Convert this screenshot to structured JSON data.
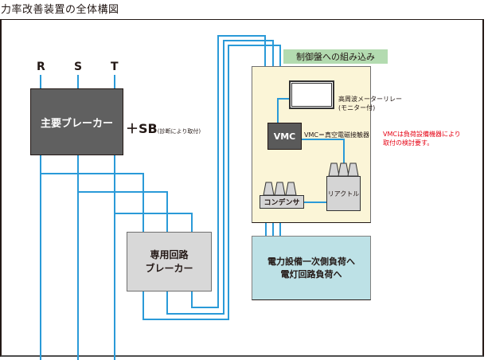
{
  "title": "力率改善装置の全体構図",
  "phases": [
    "R",
    "S",
    "T"
  ],
  "main_breaker": {
    "label": "主要ブレーカー"
  },
  "sb_note": {
    "main": "＋SB",
    "sub": "(診断により取付)"
  },
  "dedicated_breaker": {
    "line1": "専用回路",
    "line2": "ブレーカー"
  },
  "control_panel": {
    "label": "制御盤への組み込み",
    "meter_relay": {
      "line1": "高周波メーターリレー",
      "line2": "(モニター付)"
    },
    "vmc": {
      "label": "VMC",
      "description": "VMC＝真空電磁接触器"
    },
    "reactor": {
      "label": "リアクトル"
    },
    "condenser": {
      "label": "コンデンサ"
    }
  },
  "note": {
    "line1": "VMCは負荷設備機器により",
    "line2": "取付の検討要す。"
  },
  "load": {
    "line1": "電力設備一次側負荷へ",
    "line2": "電灯回路負荷へ"
  },
  "colors": {
    "wire": "#2a9ad8",
    "note_red": "#e60012",
    "panel_label_bg": "#b3dbb0",
    "panel_bg": "#fbf5d7",
    "load_bg": "#bde1e6"
  }
}
